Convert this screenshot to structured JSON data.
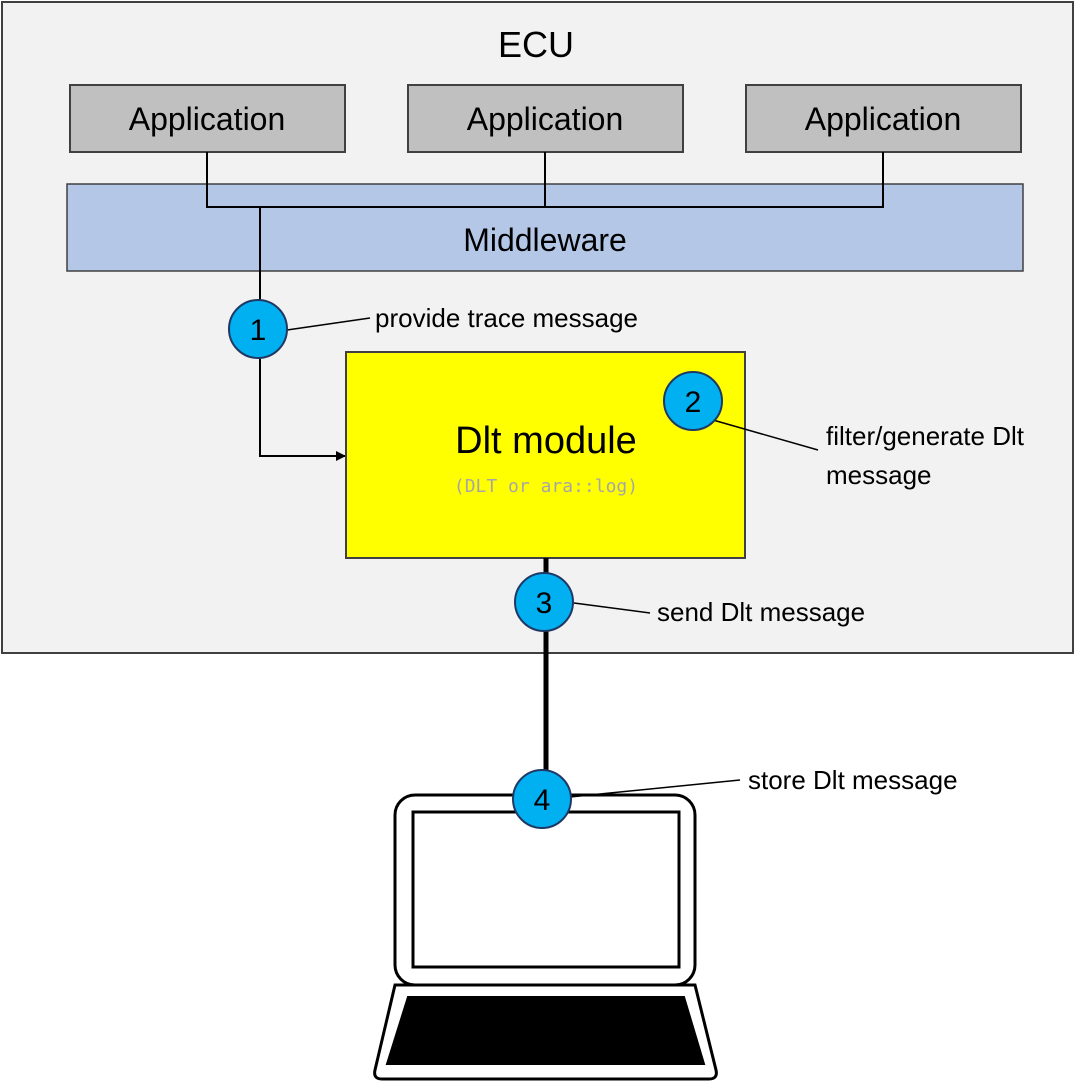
{
  "ecu": {
    "title": "ECU"
  },
  "applications": [
    {
      "label": "Application"
    },
    {
      "label": "Application"
    },
    {
      "label": "Application"
    }
  ],
  "middleware": {
    "label": "Middleware"
  },
  "dlt_module": {
    "title": "Dlt module",
    "subtitle": "(DLT or ara::log)"
  },
  "steps": [
    {
      "number": "1",
      "label": "provide trace message"
    },
    {
      "number": "2",
      "label_line1": "filter/generate Dlt",
      "label_line2": "message"
    },
    {
      "number": "3",
      "label": "send Dlt message"
    },
    {
      "number": "4",
      "label": "store Dlt message"
    }
  ],
  "colors": {
    "ecu_fill": "#f2f2f2",
    "application_fill": "#c0c0c0",
    "middleware_fill": "#b4c7e7",
    "dlt_fill": "#ffff00",
    "step_circle": "#00b0f0",
    "subtitle_text": "#a6a6a6"
  }
}
